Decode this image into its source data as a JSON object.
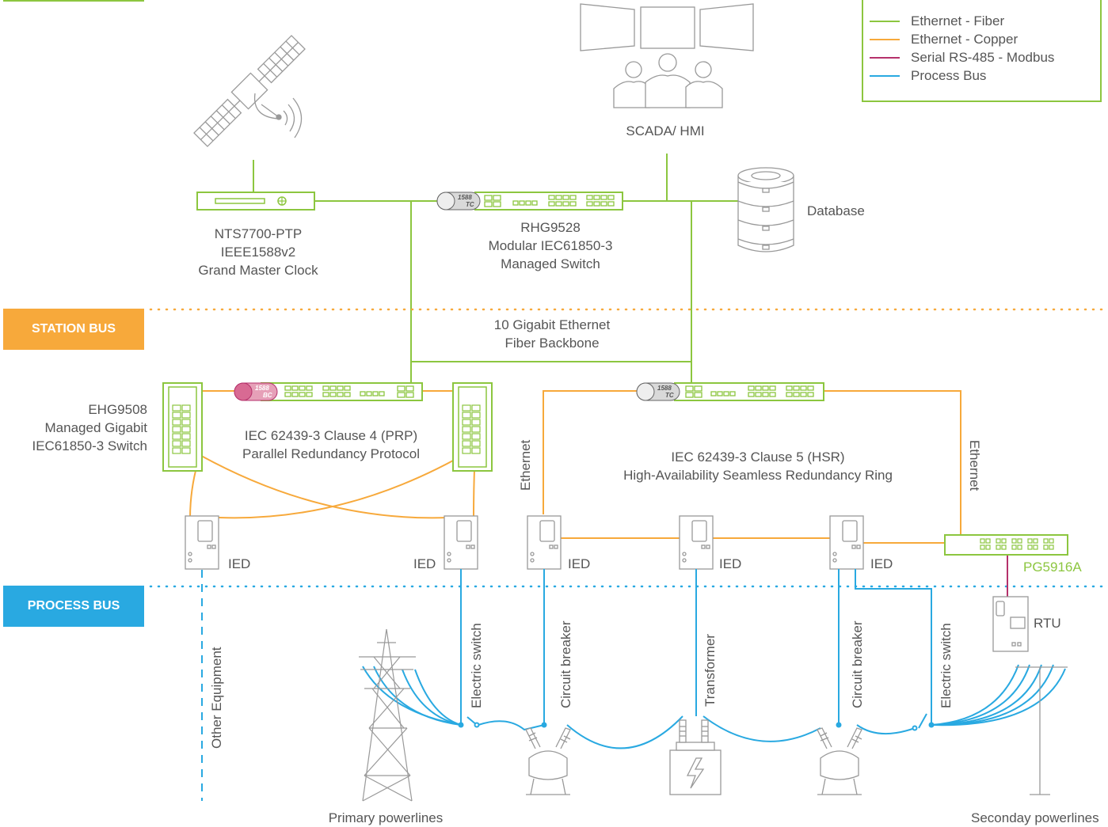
{
  "legend": {
    "items": [
      {
        "label": "Ethernet - Fiber",
        "color": "#8cc63f"
      },
      {
        "label": "Ethernet - Copper",
        "color": "#f7a93b"
      },
      {
        "label": "Serial RS-485 - Modbus",
        "color": "#b5316b"
      },
      {
        "label": "Process Bus",
        "color": "#29a9e1"
      }
    ]
  },
  "colors": {
    "fiber": "#8cc63f",
    "copper": "#f7a93b",
    "serial": "#b5316b",
    "process": "#29a9e1",
    "station_bus_box": "#f7a93b",
    "process_bus_box": "#29a9e1",
    "device_gray": "#888888"
  },
  "buses": {
    "station": "STATION BUS",
    "process": "PROCESS BUS"
  },
  "labels": {
    "scada": "SCADA/ HMI",
    "database": "Database",
    "clock_line1": "NTS7700-PTP",
    "clock_line2": "IEEE1588v2",
    "clock_line3": "Grand Master Clock",
    "rhg_line1": "RHG9528",
    "rhg_line2": "Modular IEC61850-3",
    "rhg_line3": "Managed Switch",
    "backbone_line1": "10 Gigabit Ethernet",
    "backbone_line2": "Fiber Backbone",
    "ehg_line1": "EHG9508",
    "ehg_line2": "Managed Gigabit",
    "ehg_line3": "IEC61850-3 Switch",
    "prp_line1": "IEC 62439-3 Clause 4 (PRP)",
    "prp_line2": "Parallel Redundancy Protocol",
    "hsr_line1": "IEC 62439-3 Clause 5 (HSR)",
    "hsr_line2": "High-Availability Seamless Redundancy Ring",
    "ethernet_left": "Ethernet",
    "ethernet_right": "Ethernet",
    "ied": "IED",
    "pg": "PG5916A",
    "rtu": "RTU",
    "other_equipment": "Other Equipment",
    "electric_switch": "Electric switch",
    "circuit_breaker": "Circuit breaker",
    "transformer": "Transformer",
    "primary": "Primary powerlines",
    "secondary": "Seconday powerlines",
    "tc": "1588 TC",
    "bc": "1588 BC"
  }
}
